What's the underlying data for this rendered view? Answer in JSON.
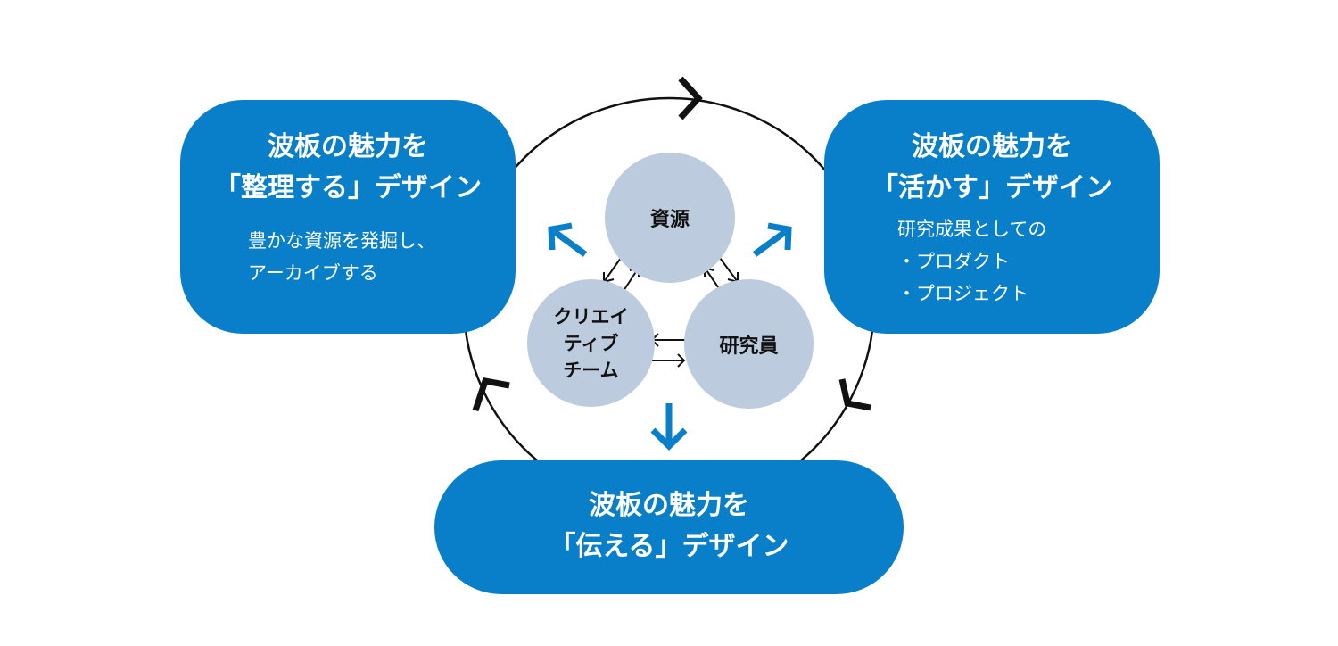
{
  "colors": {
    "accent": "#0a7fc9",
    "node_fill": "#bccbde",
    "cycle_line": "#111111"
  },
  "boxes": {
    "left": {
      "title": [
        "波板の魅力を",
        "「整理する」デザイン"
      ],
      "body": [
        "豊かな資源を発掘し、",
        "アーカイブする"
      ]
    },
    "right": {
      "title": [
        "波板の魅力を",
        "「活かす」デザイン"
      ],
      "body": [
        "研究成果としての",
        "・プロダクト",
        "・プロジェクト"
      ]
    },
    "bottom": {
      "title": [
        "波板の魅力を",
        "「伝える」デザイン"
      ]
    }
  },
  "nodes": {
    "resources": [
      "資源"
    ],
    "creative_team": [
      "クリエイ",
      "ティブ",
      "チーム"
    ],
    "researchers": [
      "研究員"
    ]
  },
  "icons": {
    "cycle_arrowheads": "chevron-icon",
    "output_arrows": "arrow-icon",
    "exchange_arrows": "two-way-arrow-icon"
  }
}
